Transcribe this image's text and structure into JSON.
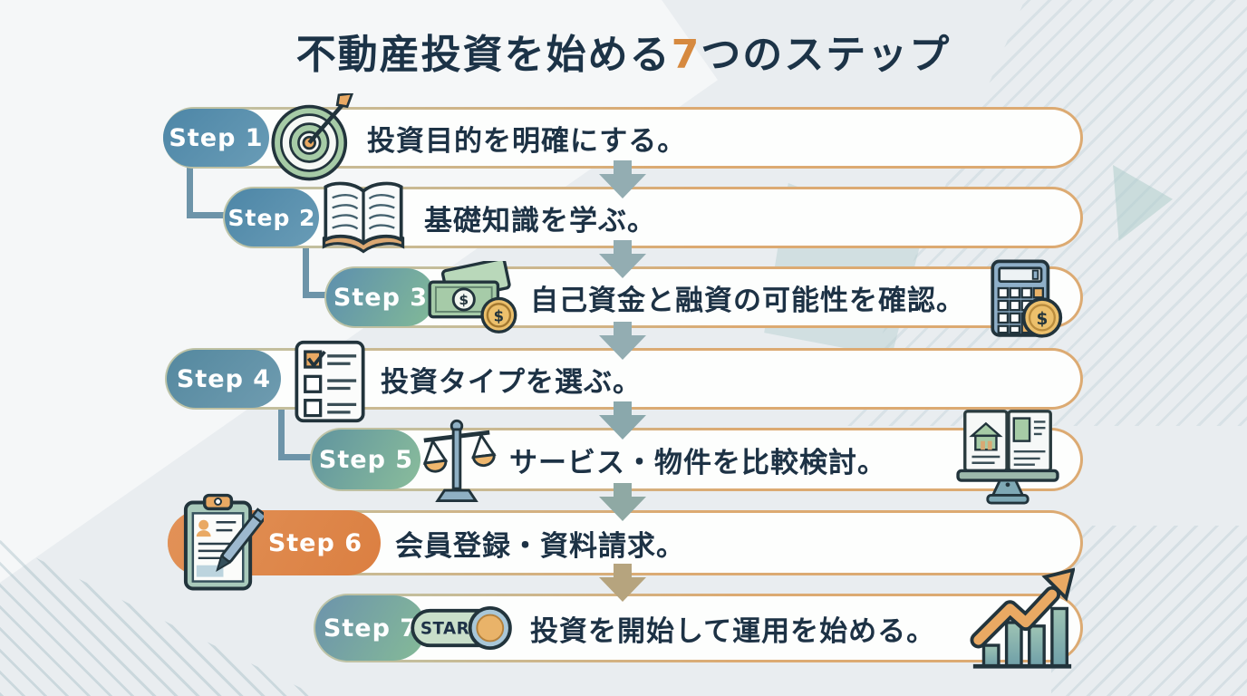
{
  "title": {
    "prefix": "不動産投資を始める",
    "accent": "7",
    "suffix": "つのステップ"
  },
  "steps": [
    {
      "badge": "Step 1",
      "text": "投資目的を明確にする。",
      "icon": "target-icon"
    },
    {
      "badge": "Step 2",
      "text": "基礎知識を学ぶ。",
      "icon": "open-book-icon"
    },
    {
      "badge": "Step 3",
      "text": "自己資金と融資の可能性を確認。",
      "icon": "money-bills-icon",
      "right_icon": "calculator-coin-icon"
    },
    {
      "badge": "Step 4",
      "text": "投資タイプを選ぶ。",
      "icon": "checklist-icon"
    },
    {
      "badge": "Step 5",
      "text": "サービス・物件を比較検討。",
      "icon": "balance-scale-icon",
      "right_icon": "monitor-listings-icon"
    },
    {
      "badge": "Step 6",
      "text": "会員登録・資料請求。",
      "icon": "clipboard-pen-icon"
    },
    {
      "badge": "Step 7",
      "text": "投資を開始して運用を始める。",
      "icon": "start-toggle-icon",
      "toggle_label": "START",
      "right_icon": "growth-chart-icon"
    }
  ],
  "glyphs": {
    "dollar": "$"
  },
  "colors": {
    "background": "#e9edf0",
    "title_navy": "#1c3347",
    "accent_orange": "#d6893f",
    "row_border_tan": "#dcaa72",
    "badge_blue": "#4d86a7",
    "badge_green": "#82ba97",
    "badge_orange": "#db7f41",
    "arrow_gray": "#93adb2",
    "arrow_tan": "#b6a47e",
    "connector_blue": "#6d94a9",
    "text_navy": "#1d3245"
  }
}
